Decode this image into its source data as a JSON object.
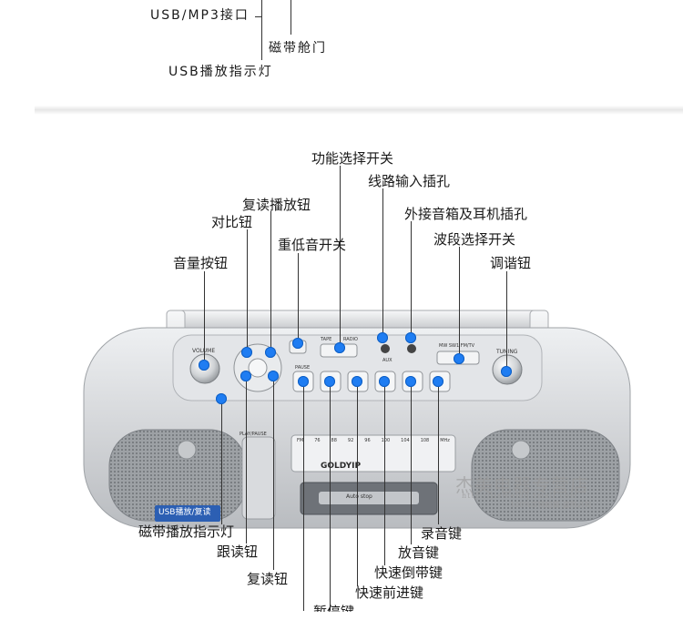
{
  "top_callouts": {
    "usb_mp3_port": "USB/MP3接口",
    "tape_door": "磁带舱门",
    "usb_play_indicator": "USB播放指示灯"
  },
  "callouts": {
    "function_switch": "功能选择开关",
    "line_in_jack": "线路输入插孔",
    "external_speaker_jack": "外接音箱及耳机插孔",
    "band_switch": "波段选择开关",
    "tuning_knob": "调谐钮",
    "repeat_play_button": "复读播放钮",
    "compare_button": "对比钮",
    "bass_switch": "重低音开关",
    "volume_knob": "音量按钮",
    "tape_play_indicator": "磁带播放指示灯",
    "follow_read_button": "跟读钮",
    "repeat_read_button": "复读钮",
    "record_key": "录音键",
    "play_key": "放音键",
    "rewind_key": "快速倒带键",
    "fast_forward_key": "快速前进键",
    "pause_key": "暂停键"
  },
  "device": {
    "brand": "GOLDYIP",
    "volume_label": "VOLUME",
    "tuning_label": "TUNING",
    "pause_label": "PAUSE",
    "play_pause_label": "PLAY/PAUSE",
    "tape_label": "TAPE",
    "radio_label": "RADIO",
    "usb_badge": "USB播放/复读",
    "aux_label": "AUX",
    "band_label": "MW SW1 FM/TV",
    "auto_stop": "Auto stop",
    "dial_scale": [
      "FM",
      "76",
      "88",
      "92",
      "96",
      "100",
      "104",
      "108",
      "MHz"
    ]
  },
  "watermark": {
    "store": "杰美电器专营店",
    "url": "http://jiemeidq.tmall.com",
    "note": "100%实物拍摄  盗用必究"
  },
  "colors": {
    "marker": "#1f7df2",
    "leader": "#333333",
    "body": "#d9dadd"
  }
}
